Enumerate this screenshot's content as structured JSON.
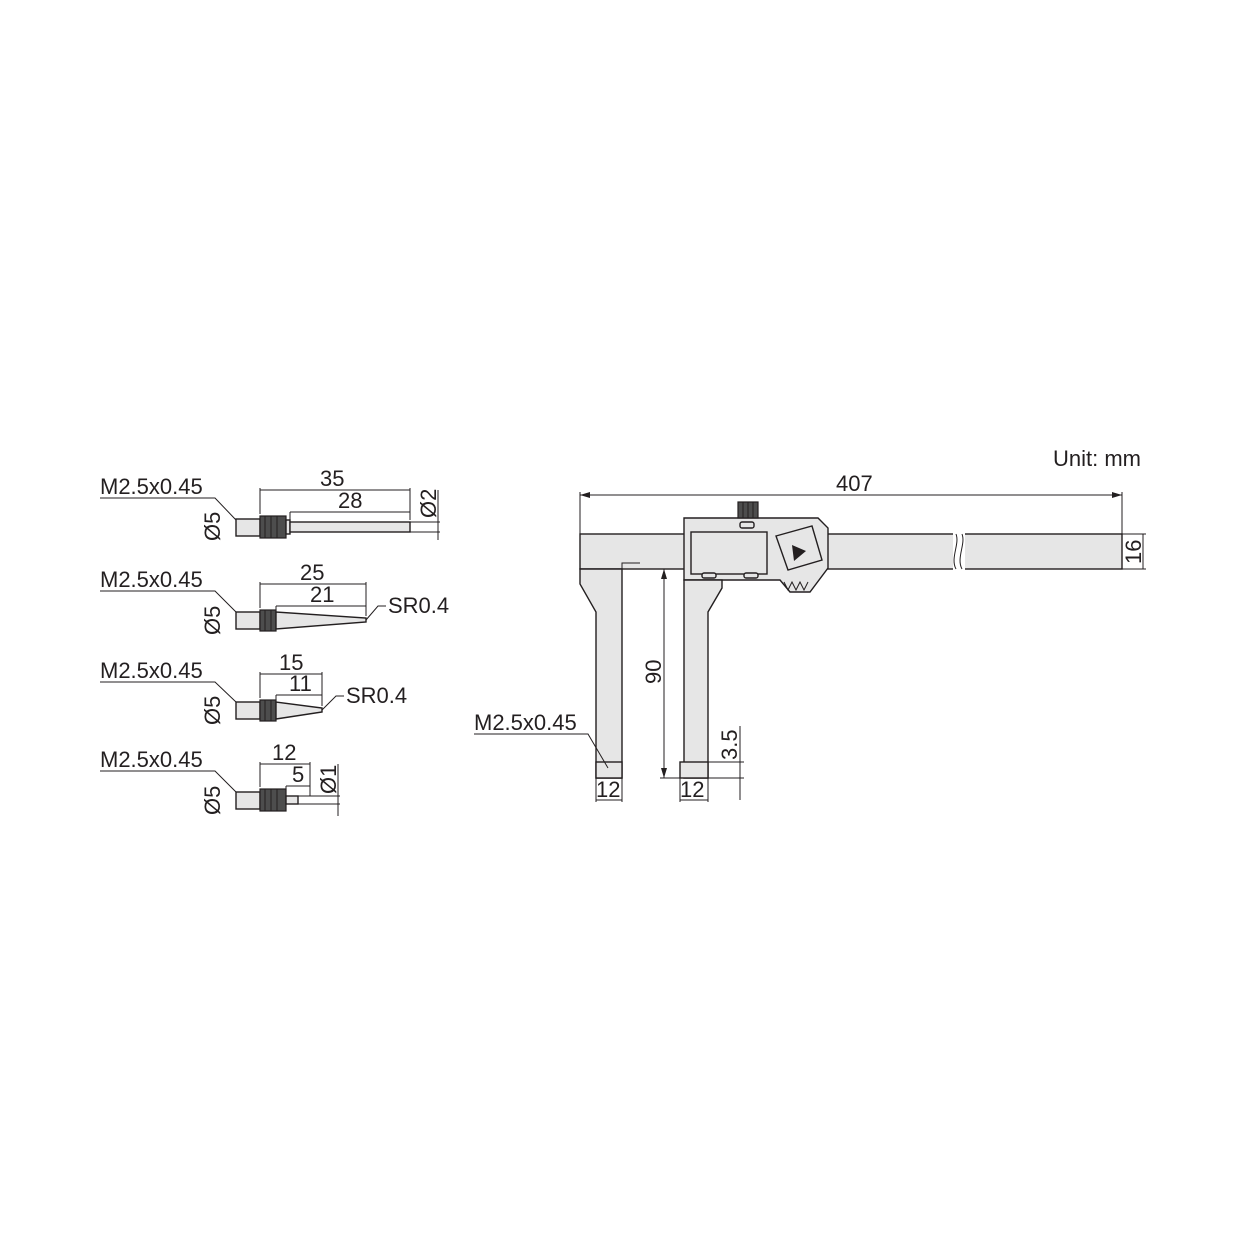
{
  "unit_label": "Unit: mm",
  "tips": [
    {
      "thread": "M2.5x0.45",
      "shank_dia": "Ø5",
      "length": "35",
      "tip_length": "28",
      "tip_dia": "Ø2"
    },
    {
      "thread": "M2.5x0.45",
      "shank_dia": "Ø5",
      "length": "25",
      "tip_length": "21",
      "radius": "SR0.4"
    },
    {
      "thread": "M2.5x0.45",
      "shank_dia": "Ø5",
      "length": "15",
      "tip_length": "11",
      "radius": "SR0.4"
    },
    {
      "thread": "M2.5x0.45",
      "shank_dia": "Ø5",
      "length": "12",
      "tip_length": "5",
      "tip_dia": "Ø1"
    }
  ],
  "caliper": {
    "overall_length": "407",
    "beam_height": "16",
    "jaw_depth": "90",
    "jaw_width_fixed": "12",
    "jaw_width_slide": "12",
    "jaw_tip": "3.5",
    "thread": "M2.5x0.45"
  }
}
